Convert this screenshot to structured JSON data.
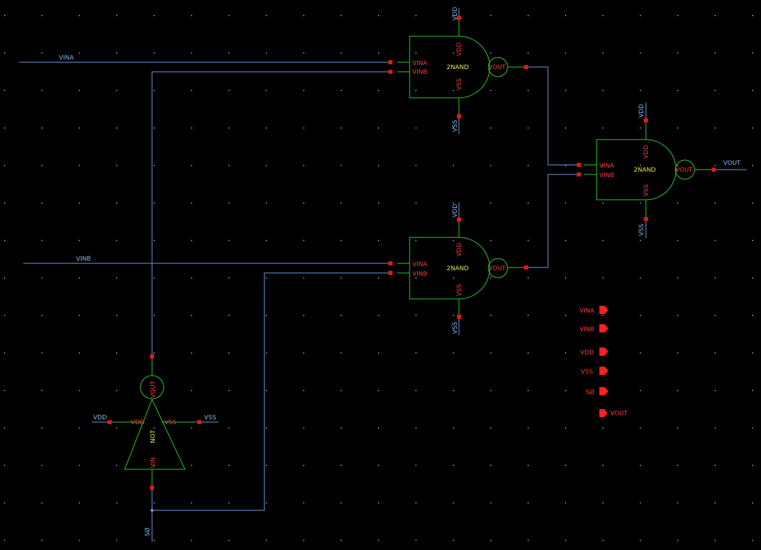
{
  "gates": {
    "nand1": {
      "name": "2NAND",
      "pins": {
        "a": "VINA",
        "b": "VINB",
        "out": "VOUT",
        "vdd": "VDD",
        "vss": "VSS"
      }
    },
    "nand2": {
      "name": "2NAND",
      "pins": {
        "a": "VINA",
        "b": "VINB",
        "out": "VOUT",
        "vdd": "VDD",
        "vss": "VSS"
      }
    },
    "nand3": {
      "name": "2NAND",
      "pins": {
        "a": "VINA",
        "b": "VINB",
        "out": "VOUT",
        "vdd": "VDD",
        "vss": "VSS"
      }
    },
    "not1": {
      "name": "NOT",
      "pins": {
        "in": "VIN",
        "out": "VOUT",
        "vdd": "VDD",
        "vss": "VSS"
      }
    }
  },
  "nets": {
    "vina": "VINA",
    "vinb": "VINB",
    "s0": "SØ",
    "vout": "VOUT",
    "nand1_vdd": "VDD",
    "nand1_vss": "VSS",
    "nand2_vdd": "VDD",
    "nand2_vss": "VSS",
    "nand3_vdd": "VDD",
    "nand3_vss": "VSS",
    "not_vdd": "VDD",
    "not_vss": "VSS"
  },
  "ports": [
    {
      "label": "VINA",
      "direction": "input"
    },
    {
      "label": "VINB",
      "direction": "input"
    },
    {
      "label": "VDD",
      "direction": "input"
    },
    {
      "label": "VSS",
      "direction": "input"
    },
    {
      "label": "SØ",
      "direction": "input"
    },
    {
      "label": "VOUT",
      "direction": "output"
    }
  ],
  "colors": {
    "background": "#000000",
    "wire": "#6f9fe0",
    "gate_outline": "#33cc33",
    "pin": "#e01818",
    "pin_label": "#ff3b3b",
    "net_label": "#8cb8f0",
    "cell_name": "#e8e860",
    "grid_dot": "#d0d0d0"
  }
}
